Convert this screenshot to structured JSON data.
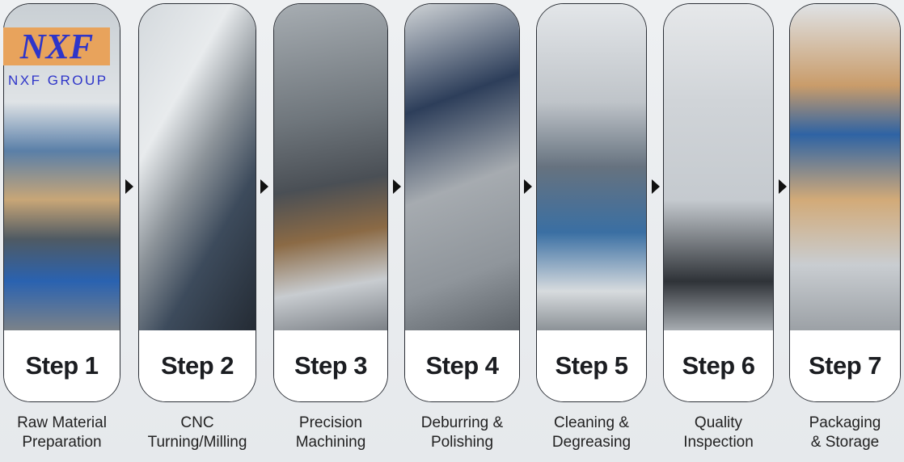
{
  "logo": {
    "mark": "NXF",
    "subtitle": "NXF GROUP"
  },
  "steps": [
    {
      "step": "Step 1",
      "label_line1": "Raw Material",
      "label_line2": "Preparation"
    },
    {
      "step": "Step 2",
      "label_line1": "CNC",
      "label_line2": "Turning/Milling"
    },
    {
      "step": "Step 3",
      "label_line1": "Precision",
      "label_line2": "Machining"
    },
    {
      "step": "Step 4",
      "label_line1": "Deburring &",
      "label_line2": "Polishing"
    },
    {
      "step": "Step 5",
      "label_line1": "Cleaning &",
      "label_line2": "Degreasing"
    },
    {
      "step": "Step 6",
      "label_line1": "Quality",
      "label_line2": "Inspection"
    },
    {
      "step": "Step 7",
      "label_line1": "Packaging",
      "label_line2": "& Storage"
    }
  ]
}
